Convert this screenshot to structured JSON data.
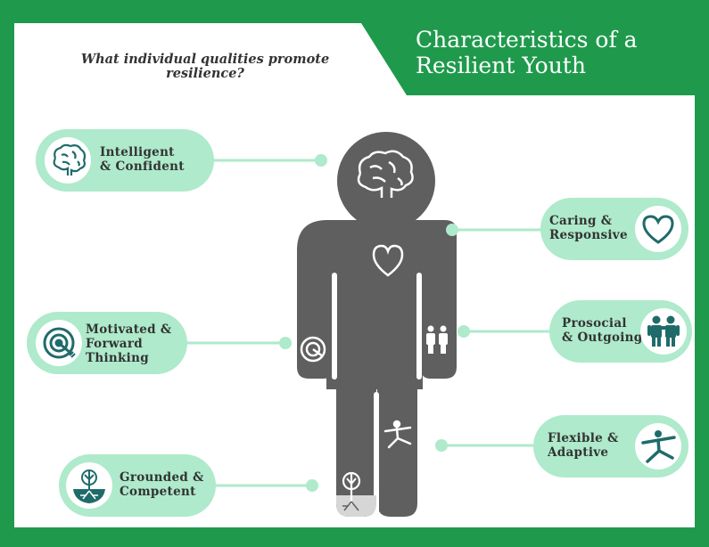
{
  "header": {
    "title_line1": "Characteristics of a",
    "title_line2": "Resilient Youth",
    "question_line1": "What individual qualities promote",
    "question_line2": "resilience?"
  },
  "qualities": [
    {
      "icon": "brain-icon",
      "line1": "Intelligent",
      "line2": "& Confident"
    },
    {
      "icon": "target-icon",
      "line1": "Motivated &",
      "line2": "Forward",
      "line3": "Thinking"
    },
    {
      "icon": "sprout-icon",
      "line1": "Grounded &",
      "line2": "Competent"
    },
    {
      "icon": "heart-icon",
      "line1": "Caring &",
      "line2": "Responsive"
    },
    {
      "icon": "people-icon",
      "line1": "Prosocial",
      "line2": "& Outgoing"
    },
    {
      "icon": "yoga-figure-icon",
      "line1": "Flexible &",
      "line2": "Adaptive"
    }
  ],
  "colors": {
    "frame_green": "#1f9a4c",
    "pill_mint": "#aeeacb",
    "icon_teal": "#1f6b6b",
    "figure_gray": "#5f5f5f",
    "text_dark": "#333333"
  }
}
